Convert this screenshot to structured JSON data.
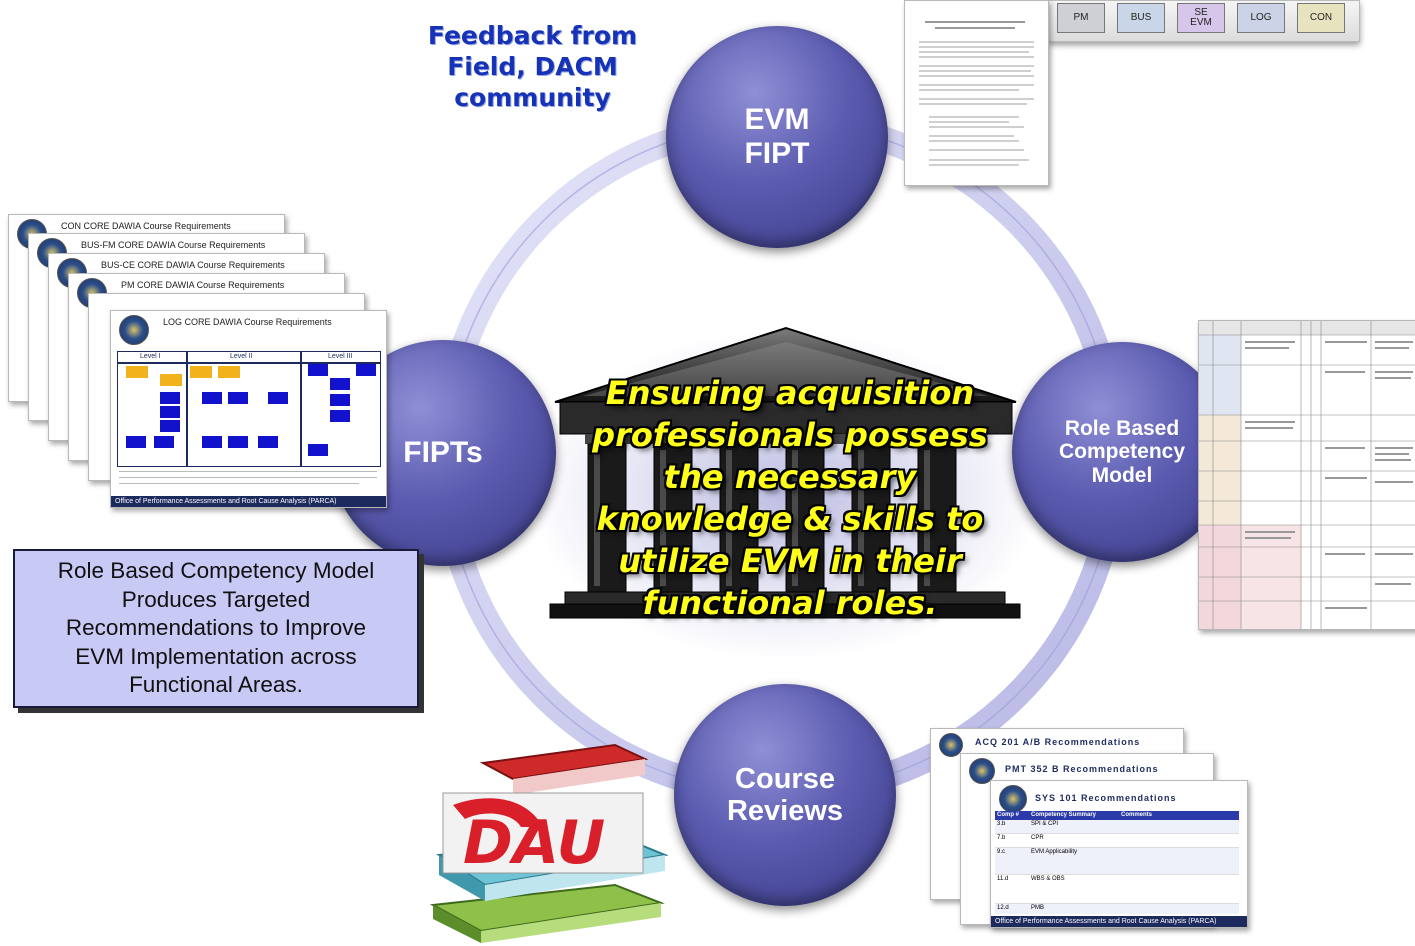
{
  "feedback_text": "Feedback from\nField, DACM\ncommunity",
  "nodes": {
    "evm_fipt": "EVM\nFIPT",
    "fipts": "FIPTs",
    "role_based": "Role Based\nCompetency\nModel",
    "course_reviews": "Course\nReviews"
  },
  "center_text": "Ensuring acquisition\nprofessionals possess\nthe necessary\nknowledge & skills to\nutilize EVM in their\nfunctional roles.",
  "callout_text": "Role Based Competency Model\nProduces Targeted\nRecommendations to Improve\nEVM Implementation across\nFunctional Areas.",
  "course_docs": [
    "CON CORE DAWIA Course Requirements",
    "BUS-FM CORE DAWIA Course Requirements",
    "BUS-CE CORE DAWIA Course Requirements",
    "PM CORE DAWIA Course Requirements",
    "LOG CORE DAWIA Course Requirements"
  ],
  "log_doc": {
    "levels": [
      "Level I",
      "Level II",
      "Level III"
    ],
    "footer": "Office of Performance Assessments and Root Cause Analysis (PARCA)"
  },
  "tabs": [
    "PM",
    "BUS",
    "SE\nEVM",
    "LOG",
    "CON"
  ],
  "recommendations": [
    "ACQ 201 A/B Recommendations",
    "PMT 352 B Recommendations",
    "SYS 101 Recommendations"
  ],
  "sys101": {
    "headers": [
      "Comp #",
      "Competency Summary",
      "Comments"
    ],
    "rows": [
      [
        "3.b",
        "SPI & CPI"
      ],
      [
        "7.b",
        "CPR"
      ],
      [
        "9.c",
        "EVM Applicability"
      ],
      [
        "11.d",
        "WBS & OBS"
      ],
      [
        "12.d",
        "PMB"
      ]
    ],
    "footer": "Office of Performance Assessments and Root Cause Analysis (PARCA)"
  },
  "dau_logo": "DAU",
  "colors": {
    "node": "#5b5bb0",
    "ring": "#c8c8ee",
    "feedback": "#1633b8",
    "center_text": "#ffff1a",
    "callout_bg": "#c9c9f5",
    "dau_red": "#d9202a"
  }
}
